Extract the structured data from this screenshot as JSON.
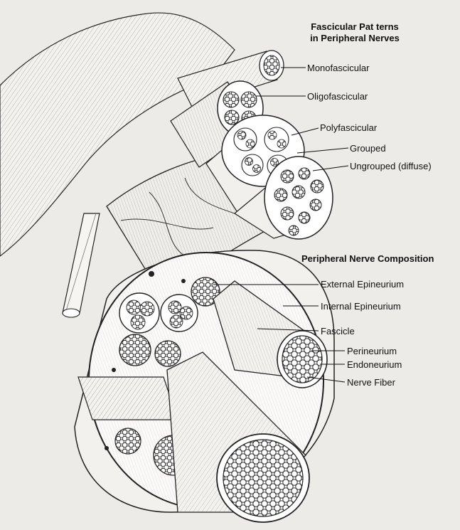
{
  "titles": {
    "patterns_line1": "Fascicular Pat terns",
    "patterns_line2": "in Peripheral Nerves",
    "composition": "Peripheral Nerve Composition"
  },
  "pattern_labels": {
    "monofascicular": "Monofascicular",
    "oligofascicular": "Oligofascicular",
    "polyfascicular": "Polyfascicular",
    "grouped": "Grouped",
    "ungrouped": "Ungrouped (diffuse)"
  },
  "composition_labels": {
    "external_epineurium": "External Epineurium",
    "internal_epineurium": "Internal Epineurium",
    "fascicle": "Fascicle",
    "perineurium": "Perineurium",
    "endoneurium": "Endoneurium",
    "nerve_fiber": "Nerve Fiber"
  },
  "colors": {
    "page": "#ecebe7",
    "ink": "#1a1a1a",
    "hatch": "#4a4a4a",
    "bleed_text": "#8c8c88"
  }
}
